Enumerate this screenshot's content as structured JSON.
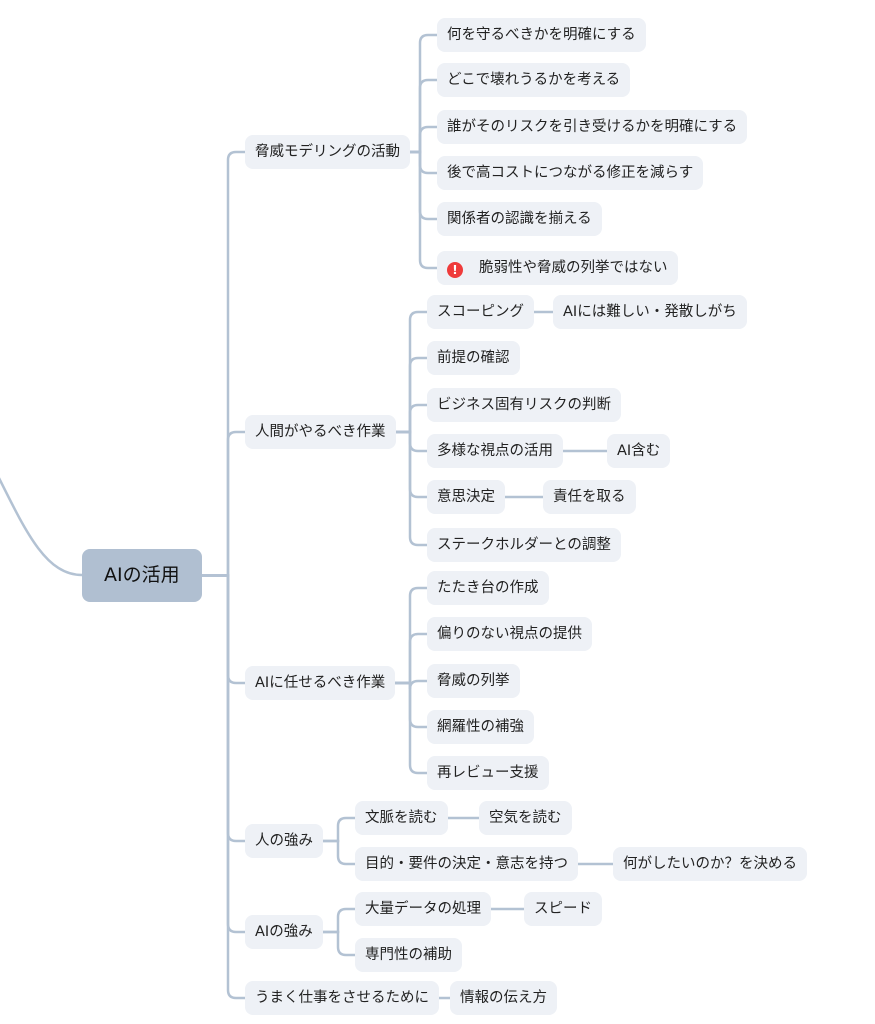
{
  "root": {
    "label": "AIの活用",
    "children": [
      {
        "label": "脅威モデリングの活動",
        "children": [
          {
            "label": "何を守るべきかを明確にする"
          },
          {
            "label": "どこで壊れうるかを考える"
          },
          {
            "label": "誰がそのリスクを引き受けるかを明確にする"
          },
          {
            "label": "後で高コストにつながる修正を減らす"
          },
          {
            "label": "関係者の認識を揃える"
          },
          {
            "label": "脆弱性や脅威の列挙ではない",
            "icon": "exclamation-icon"
          }
        ]
      },
      {
        "label": "人間がやるべき作業",
        "children": [
          {
            "label": "スコーピング",
            "children": [
              {
                "label": "AIには難しい・発散しがち"
              }
            ]
          },
          {
            "label": "前提の確認"
          },
          {
            "label": "ビジネス固有リスクの判断"
          },
          {
            "label": "多様な視点の活用",
            "children": [
              {
                "label": "AI含む"
              }
            ]
          },
          {
            "label": "意思決定",
            "children": [
              {
                "label": "責任を取る"
              }
            ]
          },
          {
            "label": "ステークホルダーとの調整"
          }
        ]
      },
      {
        "label": "AIに任せるべき作業",
        "children": [
          {
            "label": "たたき台の作成"
          },
          {
            "label": "偏りのない視点の提供"
          },
          {
            "label": "脅威の列挙"
          },
          {
            "label": "網羅性の補強"
          },
          {
            "label": "再レビュー支援"
          }
        ]
      },
      {
        "label": "人の強み",
        "children": [
          {
            "label": "文脈を読む",
            "children": [
              {
                "label": "空気を読む"
              }
            ]
          },
          {
            "label": "目的・要件の決定・意志を持つ",
            "children": [
              {
                "label": "何がしたいのか？を決める"
              }
            ]
          }
        ]
      },
      {
        "label": "AIの強み",
        "children": [
          {
            "label": "大量データの処理",
            "children": [
              {
                "label": "スピード"
              }
            ]
          },
          {
            "label": "専門性の補助"
          }
        ]
      },
      {
        "label": "うまく仕事をさせるために",
        "children": [
          {
            "label": "情報の伝え方"
          }
        ]
      }
    ]
  },
  "colors": {
    "node_bg": "#eef1f6",
    "root_bg": "#b0bfd1",
    "line": "#b3c2d3",
    "warning": "#ef3b3b"
  }
}
